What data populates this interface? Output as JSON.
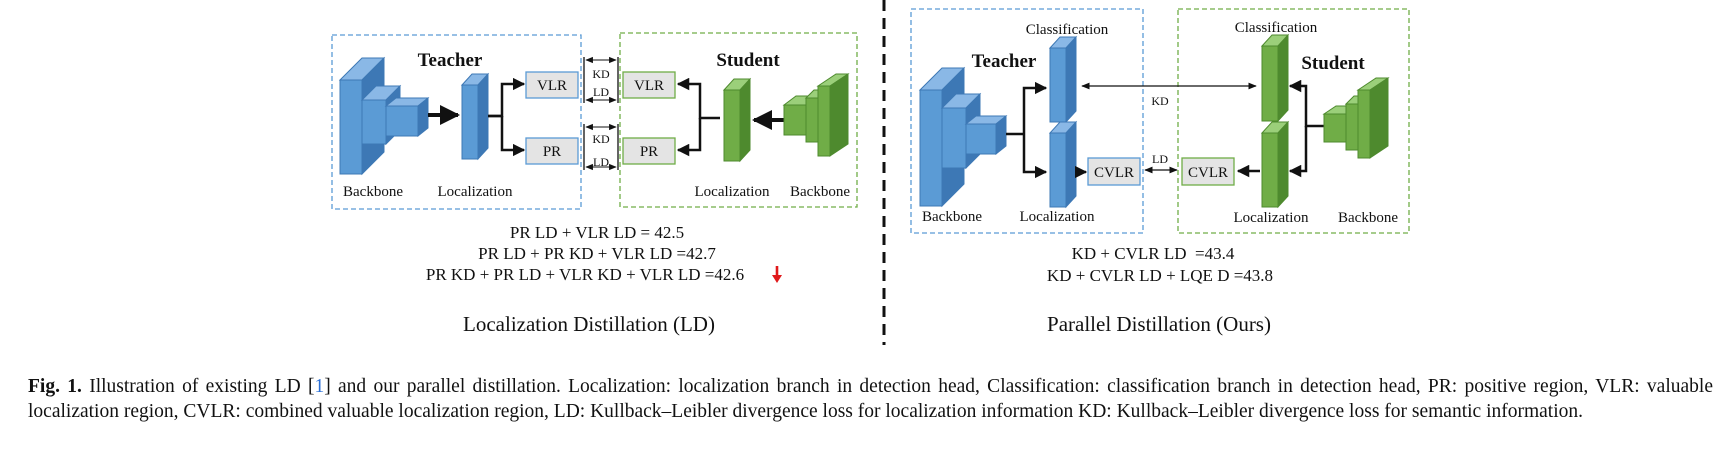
{
  "figure": {
    "ld_panel": {
      "teacher_title": "Teacher",
      "student_title": "Student",
      "teacher_backbone_label": "Backbone",
      "teacher_localization_label": "Localization",
      "student_localization_label": "Localization",
      "student_backbone_label": "Backbone",
      "teacher_vlr_box": "VLR",
      "teacher_pr_box": "PR",
      "student_vlr_box": "VLR",
      "student_pr_box": "PR",
      "top_kd": "KD",
      "top_ld": "LD",
      "bottom_kd": "KD",
      "bottom_ld": "LD",
      "equations": [
        "PR LD + VLR LD = 42.5",
        "PR LD + PR KD + VLR LD =42.7",
        "PR KD + PR LD + VLR KD + VLR LD =42.6"
      ],
      "decrease_mark_color": "#e0191b",
      "section_title": "Localization Distillation (LD)"
    },
    "pd_panel": {
      "teacher_classification_label": "Classification",
      "student_classification_label": "Classification",
      "teacher_title": "Teacher",
      "student_title": "Student",
      "kd_label": "KD",
      "ld_label": "LD",
      "teacher_cvlr_box": "CVLR",
      "student_cvlr_box": "CVLR",
      "teacher_backbone_label": "Backbone",
      "teacher_localization_label": "Localization",
      "student_localization_label": "Localization",
      "student_backbone_label": "Backbone",
      "equations": [
        "KD + CVLR LD  =43.4",
        "KD + CVLR LD + LQE D =43.8"
      ],
      "section_title": "Parallel Distillation (Ours)"
    },
    "colors": {
      "teacher_blue": "#5b9bd5",
      "student_green": "#70ad47",
      "teacher_dashed_border": "#5b9bd5",
      "student_dashed_border": "#70ad47"
    }
  },
  "caption": {
    "fig_label": "Fig. 1.",
    "text_before_ref": " Illustration of existing LD [",
    "ref": "1",
    "text_after_ref": "] and our parallel distillation. Localization: localization branch in detection head, Classification: classification branch in detection head, PR: positive region, VLR: valuable localization region, CVLR: combined valuable localization region, LD: Kullback–Leibler divergence loss for localization information KD: Kullback–Leibler divergence loss for semantic information."
  }
}
